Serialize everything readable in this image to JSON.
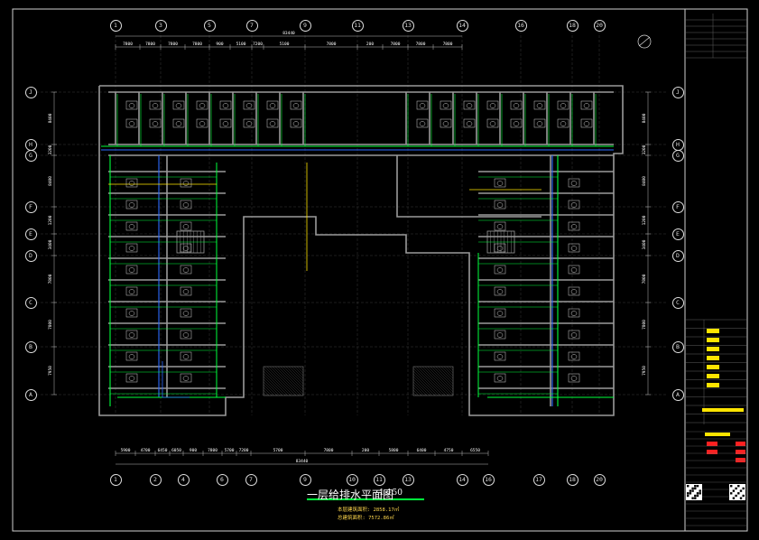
{
  "drawing": {
    "title": "一层给排水平面图",
    "scale": "1:150",
    "area_building": "2858.17㎡",
    "area_total": "7572.86㎡",
    "area_building_label": "本层建筑面积:",
    "area_total_label": "总建筑面积:"
  },
  "axes": {
    "top": [
      "1",
      "3",
      "5",
      "7",
      "9",
      "11",
      "13",
      "14",
      "16",
      "18",
      "20"
    ],
    "bottom": [
      "1",
      "2",
      "4",
      "6",
      "7",
      "9",
      "10",
      "11",
      "13",
      "14",
      "16",
      "17",
      "18",
      "20"
    ],
    "left": [
      "J",
      "H",
      "G",
      "F",
      "E",
      "D",
      "C",
      "B",
      "A"
    ],
    "right": [
      "J",
      "H",
      "G",
      "F",
      "E",
      "D",
      "C",
      "B",
      "A"
    ]
  },
  "dimensions": {
    "top": [
      "7800",
      "7800",
      "7800",
      "7800",
      "900",
      "5100",
      "7200",
      "5100",
      "7800",
      "200",
      "7800",
      "7800",
      "7800"
    ],
    "top_total": "83440",
    "bottom": [
      "5900",
      "4700",
      "6450",
      "6050",
      "900",
      "7800",
      "5700",
      "7200",
      "5700",
      "7800",
      "200",
      "5800",
      "6400",
      "4750",
      "6550"
    ],
    "bottom_total": "83440",
    "left": [
      "8400",
      "3200",
      "8400",
      "1200",
      "3400",
      "7800",
      "7800",
      "7950"
    ],
    "right": [
      "8400",
      "3200",
      "8400",
      "1200",
      "3400",
      "7800",
      "7800",
      "7950"
    ]
  },
  "colors": {
    "background": "#000000",
    "wall": "#9a9a9a",
    "water_supply": "#00ff3c",
    "drain": "#2d6bff",
    "hot_water": "#ffe400",
    "fire": "#ff3030",
    "text": "#ffffff",
    "title_underline": "#00ff3c"
  },
  "title_block": {
    "legend_colors": [
      "#ffe400",
      "#ffe400",
      "#ffe400",
      "#ffe400",
      "#ffe400",
      "#ffe400",
      "#ffe400"
    ],
    "stamp_colors": [
      "#ff2020",
      "#ff2020",
      "#ff2020"
    ]
  },
  "icons": {
    "north_arrow": "north-arrow-icon",
    "qr_code": "qr-code-icon"
  }
}
